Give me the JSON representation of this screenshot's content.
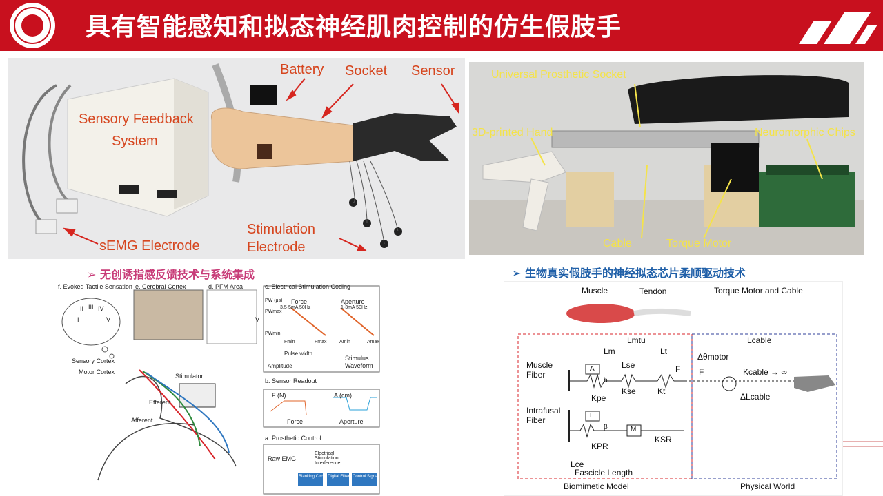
{
  "header": {
    "title": "具有智能感知和拟态神经肌肉控制的仿生假肢手",
    "brand_color": "#c8101e",
    "logo_icon": "university-seal-icon",
    "corner_icon": "chevron-stripes-icon"
  },
  "left_photo": {
    "labels": {
      "battery": "Battery",
      "socket": "Socket",
      "sensor": "Sensor",
      "sensory_feedback": "Sensory Feedback",
      "system": "System",
      "semg": "sEMG Electrode",
      "stimulation": "Stimulation",
      "electrode": "Electrode"
    },
    "label_color": "#d6461f"
  },
  "right_photo": {
    "labels": {
      "socket": "Universal Prosthetic Socket",
      "hand": "3D-printed Hand",
      "chips": "Neuromorphic Chips",
      "cable": "Cable",
      "motor": "Torque Motor"
    },
    "label_color": "#f4e34a"
  },
  "section_left": {
    "bullet_icon": "arrow-bullet-icon",
    "title": "无创诱指感反馈技术与系统集成",
    "color": "#c83c78",
    "fig": {
      "f": "f. Evoked Tactile Sensation",
      "e": "e. Cerebral Cortex",
      "d": "d. PFM Area",
      "c": "c. Electrical Stimulation Coding",
      "b": "b. Sensor Readout",
      "a": "a. Prosthetic Control",
      "sensory_cortex": "Sensory Cortex",
      "motor_cortex": "Motor Cortex",
      "stimulator": "Stimulator",
      "efferent": "Efferent",
      "afferent": "Afferent",
      "force": "Force",
      "aperture": "Aperture",
      "force_range": "3.5-5mA   50Hz",
      "aperture_range": "1-3mA   50Hz",
      "pulse_width": "Pulse width",
      "amplitude": "Amplitude",
      "stimulus": "Stimulus",
      "waveform": "Waveform",
      "f_n": "F (N)",
      "a_cm": "A (cm)",
      "raw_emg": "Raw EMG",
      "interference": "Electrical Stimulation Interference",
      "blanking": "Blanking Circuit",
      "filter": "Digital Filter",
      "control": "Control Signal",
      "pw_us": "PW (μs)",
      "pw_max": "PWmax",
      "pw_min": "PWmin",
      "fmin": "Fmin",
      "fmax": "Fmax",
      "amin": "Amin",
      "amax": "Amax",
      "finger_labels": [
        "I",
        "II",
        "III",
        "IV",
        "V"
      ],
      "letter_v": "V",
      "letter_t": "T"
    }
  },
  "section_right": {
    "bullet_icon": "arrow-bullet-icon",
    "title": "生物真实假肢手的神经拟态芯片柔顺驱动技术",
    "color": "#1f5fa8",
    "fig": {
      "muscle": "Muscle",
      "tendon": "Tendon",
      "torque_cable": "Torque Motor and Cable",
      "lmtu": "Lmtu",
      "lm": "Lm",
      "lt": "Lt",
      "lse": "Lse",
      "lcable": "Lcable",
      "muscle_fiber_1": "Muscle",
      "muscle_fiber_2": "Fiber",
      "intrafusal_1": "Intrafusal",
      "intrafusal_2": "Fiber",
      "kpe": "Kpe",
      "kse": "Kse",
      "kt": "Kt",
      "kpr": "KPR",
      "ksr": "KSR",
      "lce": "Lce",
      "fascicle": "Fascicle Length",
      "theta": "Δθmotor",
      "kcable": "Kcable → ∞",
      "dlcable": "ΔLcable",
      "f": "F",
      "a": "A",
      "b": "b",
      "gamma": "Γ",
      "beta": "β",
      "m": "M",
      "biomimetic": "Biomimetic Model",
      "physical": "Physical World"
    }
  }
}
